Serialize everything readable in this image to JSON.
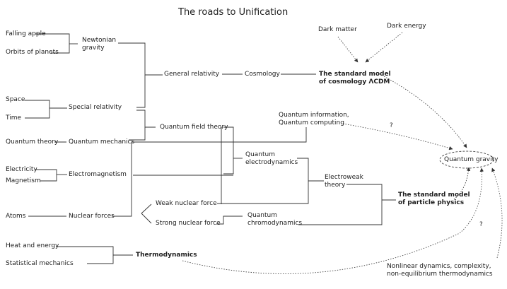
{
  "title": "The roads to Unification",
  "nodes": {
    "falling_apple": "Falling apple",
    "orbits": "Orbits of planets",
    "newtonian_1": "Newtonian",
    "newtonian_2": "gravity",
    "general_relativity": "General relativity",
    "cosmology": "Cosmology",
    "std_cosmo_1": "The standard model",
    "std_cosmo_2": "of cosmology ΛCDM",
    "dark_matter": "Dark matter",
    "dark_energy": "Dark energy",
    "space": "Space",
    "time": "Time",
    "special_relativity": "Special relativity",
    "quantum_theory": "Quantum theory",
    "quantum_mechanics": "Quantum mechanics",
    "qft": "Quantum field theory",
    "qinfo_1": "Quantum information,",
    "qinfo_2": "Quantum computing",
    "question_1": "?",
    "question_2": "?",
    "quantum_gravity": "Quantum gravity",
    "qed_1": "Quantum",
    "qed_2": "electrodynamics",
    "electricity": "Electricity",
    "magnetism": "Magnetism",
    "electromagnetism": "Electromagnetism",
    "electroweak_1": "Electroweak",
    "electroweak_2": "theory",
    "std_particle_1": "The standard model",
    "std_particle_2": "of particle physics",
    "weak_force": "Weak nuclear force",
    "strong_force": "Strong nuclear force",
    "atoms": "Atoms",
    "nuclear_forces": "Nuclear forces",
    "qcd_1": "Quantum",
    "qcd_2": "chromodynamics",
    "heat_energy": "Heat and energy",
    "statistical_mechanics": "Statistical mechanics",
    "thermodynamics": "Thermodynamics",
    "nonlinear_1": "Nonlinear dynamics, complexity,",
    "nonlinear_2": "non-equilibrium thermodynamics"
  }
}
